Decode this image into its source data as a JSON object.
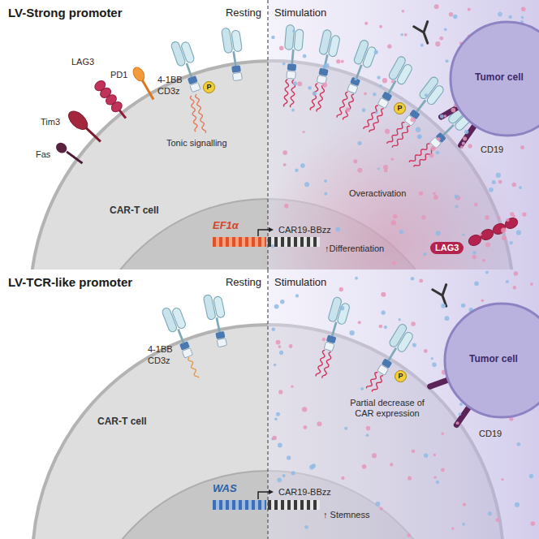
{
  "diagram": {
    "nodes": [
      {
        "text": [
          "LV-Strong promoter"
        ]
      },
      {
        "text": [
          "CAR-T cell"
        ],
        "in": 0
      },
      {
        "text": [
          "EF1α"
        ],
        "in": 1
      },
      {
        "text": [
          "Tumor cell"
        ],
        "in": 0
      },
      {
        "text": [
          "LV-TCR-like promoter"
        ]
      },
      {
        "text": [
          "CAR-T cell"
        ],
        "in": 4
      },
      {
        "text": [
          "WAS"
        ],
        "in": 5
      },
      {
        "text": [
          "Tumor cell"
        ],
        "in": 4
      }
    ],
    "labels": [
      "Resting",
      "Stimulation",
      "LAG3",
      "PD1",
      "Tim3",
      "4-1BB",
      "CD3z",
      "Fas",
      "P",
      "Tonic signalling",
      "CD19",
      "P",
      "Overactivation",
      "LAG3",
      "CAR19-BBzz",
      "↑Differentiation",
      "Resting",
      "Stimulation",
      "4-1BB",
      "CD3z",
      "Partial decrease of CAR expression",
      "CD19",
      "P",
      "CAR19-BBzz",
      "↑ Stemness"
    ]
  }
}
